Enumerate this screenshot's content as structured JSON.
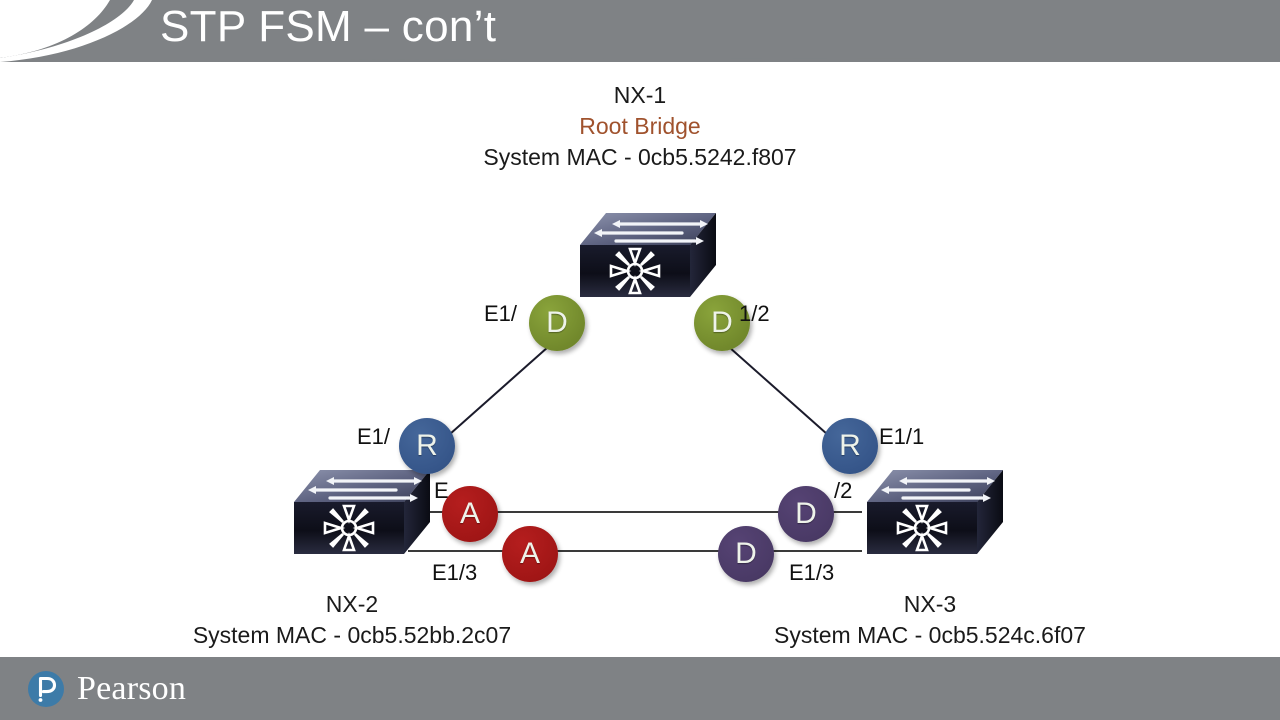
{
  "slide": {
    "title": "STP FSM – con’t",
    "header_color": "#7f8285",
    "footer_color": "#7f8285",
    "background": "#ffffff"
  },
  "devices": [
    {
      "id": "nx1",
      "name": "NX-1",
      "role": "Root Bridge",
      "mac_line": "System MAC - 0cb5.5242.f807",
      "icon": "nexus-switch-icon"
    },
    {
      "id": "nx2",
      "name": "NX-2",
      "role": "",
      "mac_line": "System MAC - 0cb5.52bb.2c07",
      "icon": "nexus-switch-icon"
    },
    {
      "id": "nx3",
      "name": "NX-3",
      "role": "",
      "mac_line": "System MAC - 0cb5.524c.6f07",
      "icon": "nexus-switch-icon"
    }
  ],
  "port_states": [
    {
      "id": "nx1-e1-1",
      "letter": "D",
      "state": "designated",
      "color": "#72892c",
      "device": "NX-1"
    },
    {
      "id": "nx1-e1-2",
      "letter": "D",
      "state": "designated",
      "color": "#72892c",
      "device": "NX-1"
    },
    {
      "id": "nx2-e1-1",
      "letter": "R",
      "state": "root",
      "color": "#36568a",
      "device": "NX-2"
    },
    {
      "id": "nx2-e1-2",
      "letter": "A",
      "state": "alternate",
      "color": "#a11616",
      "device": "NX-2"
    },
    {
      "id": "nx2-e1-3",
      "letter": "A",
      "state": "alternate",
      "color": "#a11616",
      "device": "NX-2"
    },
    {
      "id": "nx3-e1-1",
      "letter": "R",
      "state": "root",
      "color": "#36568a",
      "device": "NX-3"
    },
    {
      "id": "nx3-e1-2",
      "letter": "D",
      "state": "designated",
      "color": "#4a3a66",
      "device": "NX-3"
    },
    {
      "id": "nx3-e1-3",
      "letter": "D",
      "state": "designated",
      "color": "#4a3a66",
      "device": "NX-3"
    }
  ],
  "port_labels": {
    "nx1_left": "E1/",
    "nx1_right": "1/2",
    "nx2_e1_1": "E1/",
    "nx2_e1_2": "E",
    "nx2_e1_3": "E1/3",
    "nx3_e1_1": "E1/1",
    "nx3_e1_2": "/2",
    "nx3_e1_3": "E1/3"
  },
  "footer": {
    "brand": "Pearson",
    "logo_icon": "pearson-interrobang-icon",
    "logo_color": "#3d7ba8"
  }
}
